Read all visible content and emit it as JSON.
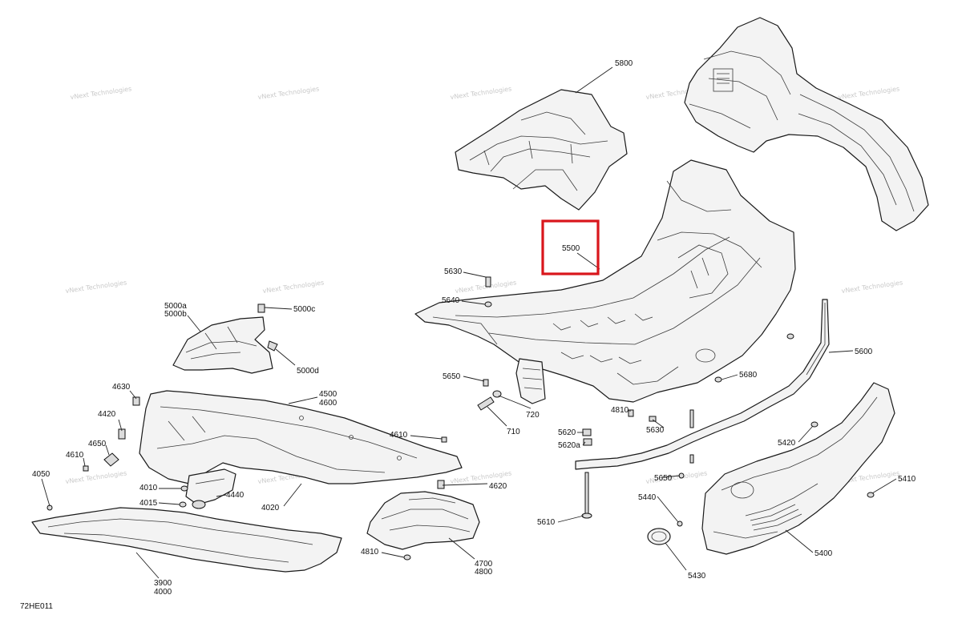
{
  "diagram_code": "72HE011",
  "watermark_text": "vNext Technologies",
  "highlight_color": "#d9161c",
  "callouts": [
    {
      "id": "c5800",
      "label": "5800"
    },
    {
      "id": "c5500",
      "label": "5500"
    },
    {
      "id": "c5630a",
      "label": "5630"
    },
    {
      "id": "c5640",
      "label": "5640"
    },
    {
      "id": "c5000a",
      "label": "5000a"
    },
    {
      "id": "c5000b",
      "label": "5000b"
    },
    {
      "id": "c5000c",
      "label": "5000c"
    },
    {
      "id": "c5000d",
      "label": "5000d"
    },
    {
      "id": "c5600",
      "label": "5600"
    },
    {
      "id": "c5650a",
      "label": "5650"
    },
    {
      "id": "c5680",
      "label": "5680"
    },
    {
      "id": "c4630",
      "label": "4630"
    },
    {
      "id": "c4500",
      "label": "4500"
    },
    {
      "id": "c4600",
      "label": "4600"
    },
    {
      "id": "c720",
      "label": "720"
    },
    {
      "id": "c4810a",
      "label": "4810"
    },
    {
      "id": "c710",
      "label": "710"
    },
    {
      "id": "c5630b",
      "label": "5630"
    },
    {
      "id": "c4420",
      "label": "4420"
    },
    {
      "id": "c4610a",
      "label": "4610"
    },
    {
      "id": "c5620",
      "label": "5620"
    },
    {
      "id": "c5620a",
      "label": "5620a"
    },
    {
      "id": "c5420",
      "label": "5420"
    },
    {
      "id": "c4650",
      "label": "4650"
    },
    {
      "id": "c4610b",
      "label": "4610"
    },
    {
      "id": "c4050",
      "label": "4050"
    },
    {
      "id": "c4620",
      "label": "4620"
    },
    {
      "id": "c5650b",
      "label": "5650"
    },
    {
      "id": "c5410",
      "label": "5410"
    },
    {
      "id": "c4010",
      "label": "4010"
    },
    {
      "id": "c4440",
      "label": "4440"
    },
    {
      "id": "c4020",
      "label": "4020"
    },
    {
      "id": "c5440",
      "label": "5440"
    },
    {
      "id": "c4015",
      "label": "4015"
    },
    {
      "id": "c5610",
      "label": "5610"
    },
    {
      "id": "c5400",
      "label": "5400"
    },
    {
      "id": "c4810b",
      "label": "4810"
    },
    {
      "id": "c4700",
      "label": "4700"
    },
    {
      "id": "c4800",
      "label": "4800"
    },
    {
      "id": "c3900",
      "label": "3900"
    },
    {
      "id": "c4000",
      "label": "4000"
    },
    {
      "id": "c5430",
      "label": "5430"
    }
  ]
}
